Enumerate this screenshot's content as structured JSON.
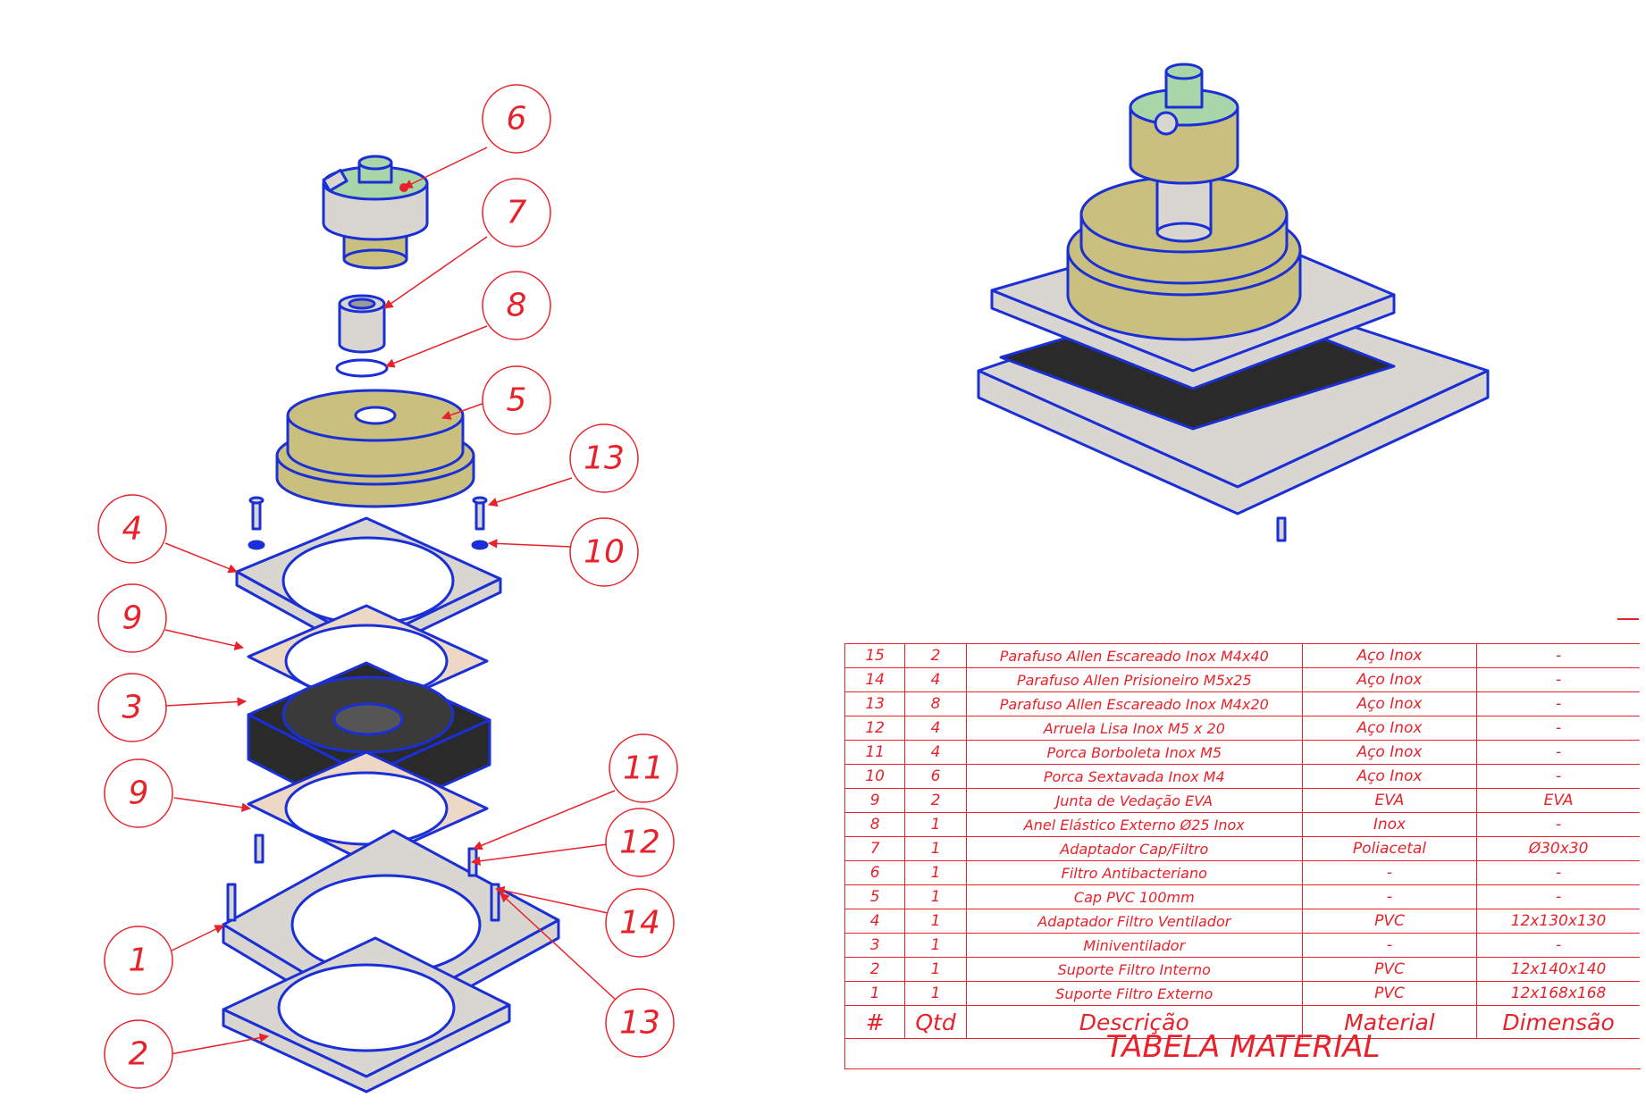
{
  "callouts": {
    "c6": "6",
    "c7": "7",
    "c8": "8",
    "c5": "5",
    "c13a": "13",
    "c10": "10",
    "c4": "4",
    "c9a": "9",
    "c3": "3",
    "c9b": "9",
    "c11": "11",
    "c12": "12",
    "c14": "14",
    "c1": "1",
    "c13b": "13",
    "c2": "2"
  },
  "colors": {
    "annotation": "#e8222a",
    "outline": "#1a2fd6",
    "plate": "#d9d6d2",
    "cap": "#c9bf7e",
    "gasket": "#ecd8c4",
    "fan": "#2a2a2a",
    "filter_green": "#a8d6a8"
  },
  "table": {
    "title": "TABELA MATERIAL",
    "header": {
      "idx": "#",
      "qtd": "Qtd",
      "desc": "Descrição",
      "mat": "Material",
      "dim": "Dimensão"
    },
    "rows": [
      {
        "idx": "15",
        "qtd": "2",
        "desc": "Parafuso Allen Escareado Inox M4x40",
        "mat": "Aço Inox",
        "dim": "-"
      },
      {
        "idx": "14",
        "qtd": "4",
        "desc": "Parafuso Allen Prisioneiro M5x25",
        "mat": "Aço Inox",
        "dim": "-"
      },
      {
        "idx": "13",
        "qtd": "8",
        "desc": "Parafuso Allen Escareado Inox M4x20",
        "mat": "Aço Inox",
        "dim": "-"
      },
      {
        "idx": "12",
        "qtd": "4",
        "desc": "Arruela Lisa Inox M5 x 20",
        "mat": "Aço Inox",
        "dim": "-"
      },
      {
        "idx": "11",
        "qtd": "4",
        "desc": "Porca Borboleta Inox M5",
        "mat": "Aço Inox",
        "dim": "-"
      },
      {
        "idx": "10",
        "qtd": "6",
        "desc": "Porca Sextavada Inox M4",
        "mat": "Aço Inox",
        "dim": "-"
      },
      {
        "idx": "9",
        "qtd": "2",
        "desc": "Junta de Vedação EVA",
        "mat": "EVA",
        "dim": "EVA"
      },
      {
        "idx": "8",
        "qtd": "1",
        "desc": "Anel Elástico Externo Ø25 Inox",
        "mat": "Inox",
        "dim": "-"
      },
      {
        "idx": "7",
        "qtd": "1",
        "desc": "Adaptador Cap/Filtro",
        "mat": "Poliacetal",
        "dim": "Ø30x30"
      },
      {
        "idx": "6",
        "qtd": "1",
        "desc": "Filtro Antibacteriano",
        "mat": "-",
        "dim": "-"
      },
      {
        "idx": "5",
        "qtd": "1",
        "desc": "Cap PVC 100mm",
        "mat": "-",
        "dim": "-"
      },
      {
        "idx": "4",
        "qtd": "1",
        "desc": "Adaptador Filtro Ventilador",
        "mat": "PVC",
        "dim": "12x130x130"
      },
      {
        "idx": "3",
        "qtd": "1",
        "desc": "Miniventilador",
        "mat": "-",
        "dim": "-"
      },
      {
        "idx": "2",
        "qtd": "1",
        "desc": "Suporte Filtro Interno",
        "mat": "PVC",
        "dim": "12x140x140"
      },
      {
        "idx": "1",
        "qtd": "1",
        "desc": "Suporte Filtro Externo",
        "mat": "PVC",
        "dim": "12x168x168"
      }
    ]
  }
}
